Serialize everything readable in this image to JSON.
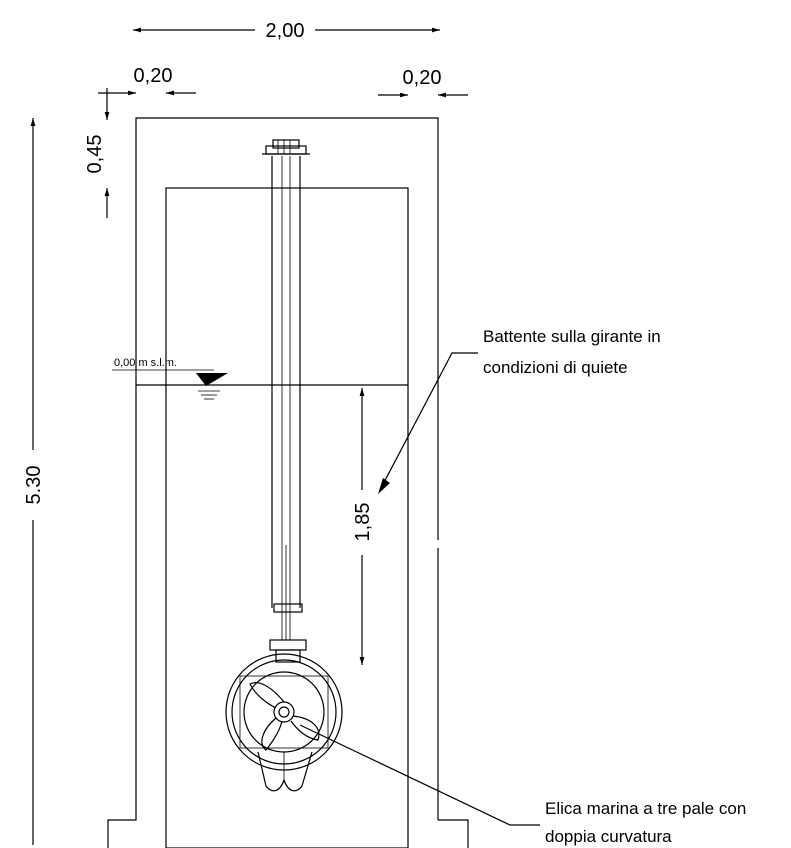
{
  "dimensions": {
    "overall_width": "2,00",
    "wall_left": "0,20",
    "wall_right": "0,20",
    "slab_top": "0,45",
    "total_height": "5.30",
    "water_head": "1,85"
  },
  "level": {
    "label": "0,00 m s.l.m."
  },
  "notes": {
    "head_line1": "Battente sulla girante in",
    "head_line2": "condizioni di quiete",
    "propeller_line1": "Elica marina a tre pale con",
    "propeller_line2": "doppia curvatura"
  }
}
